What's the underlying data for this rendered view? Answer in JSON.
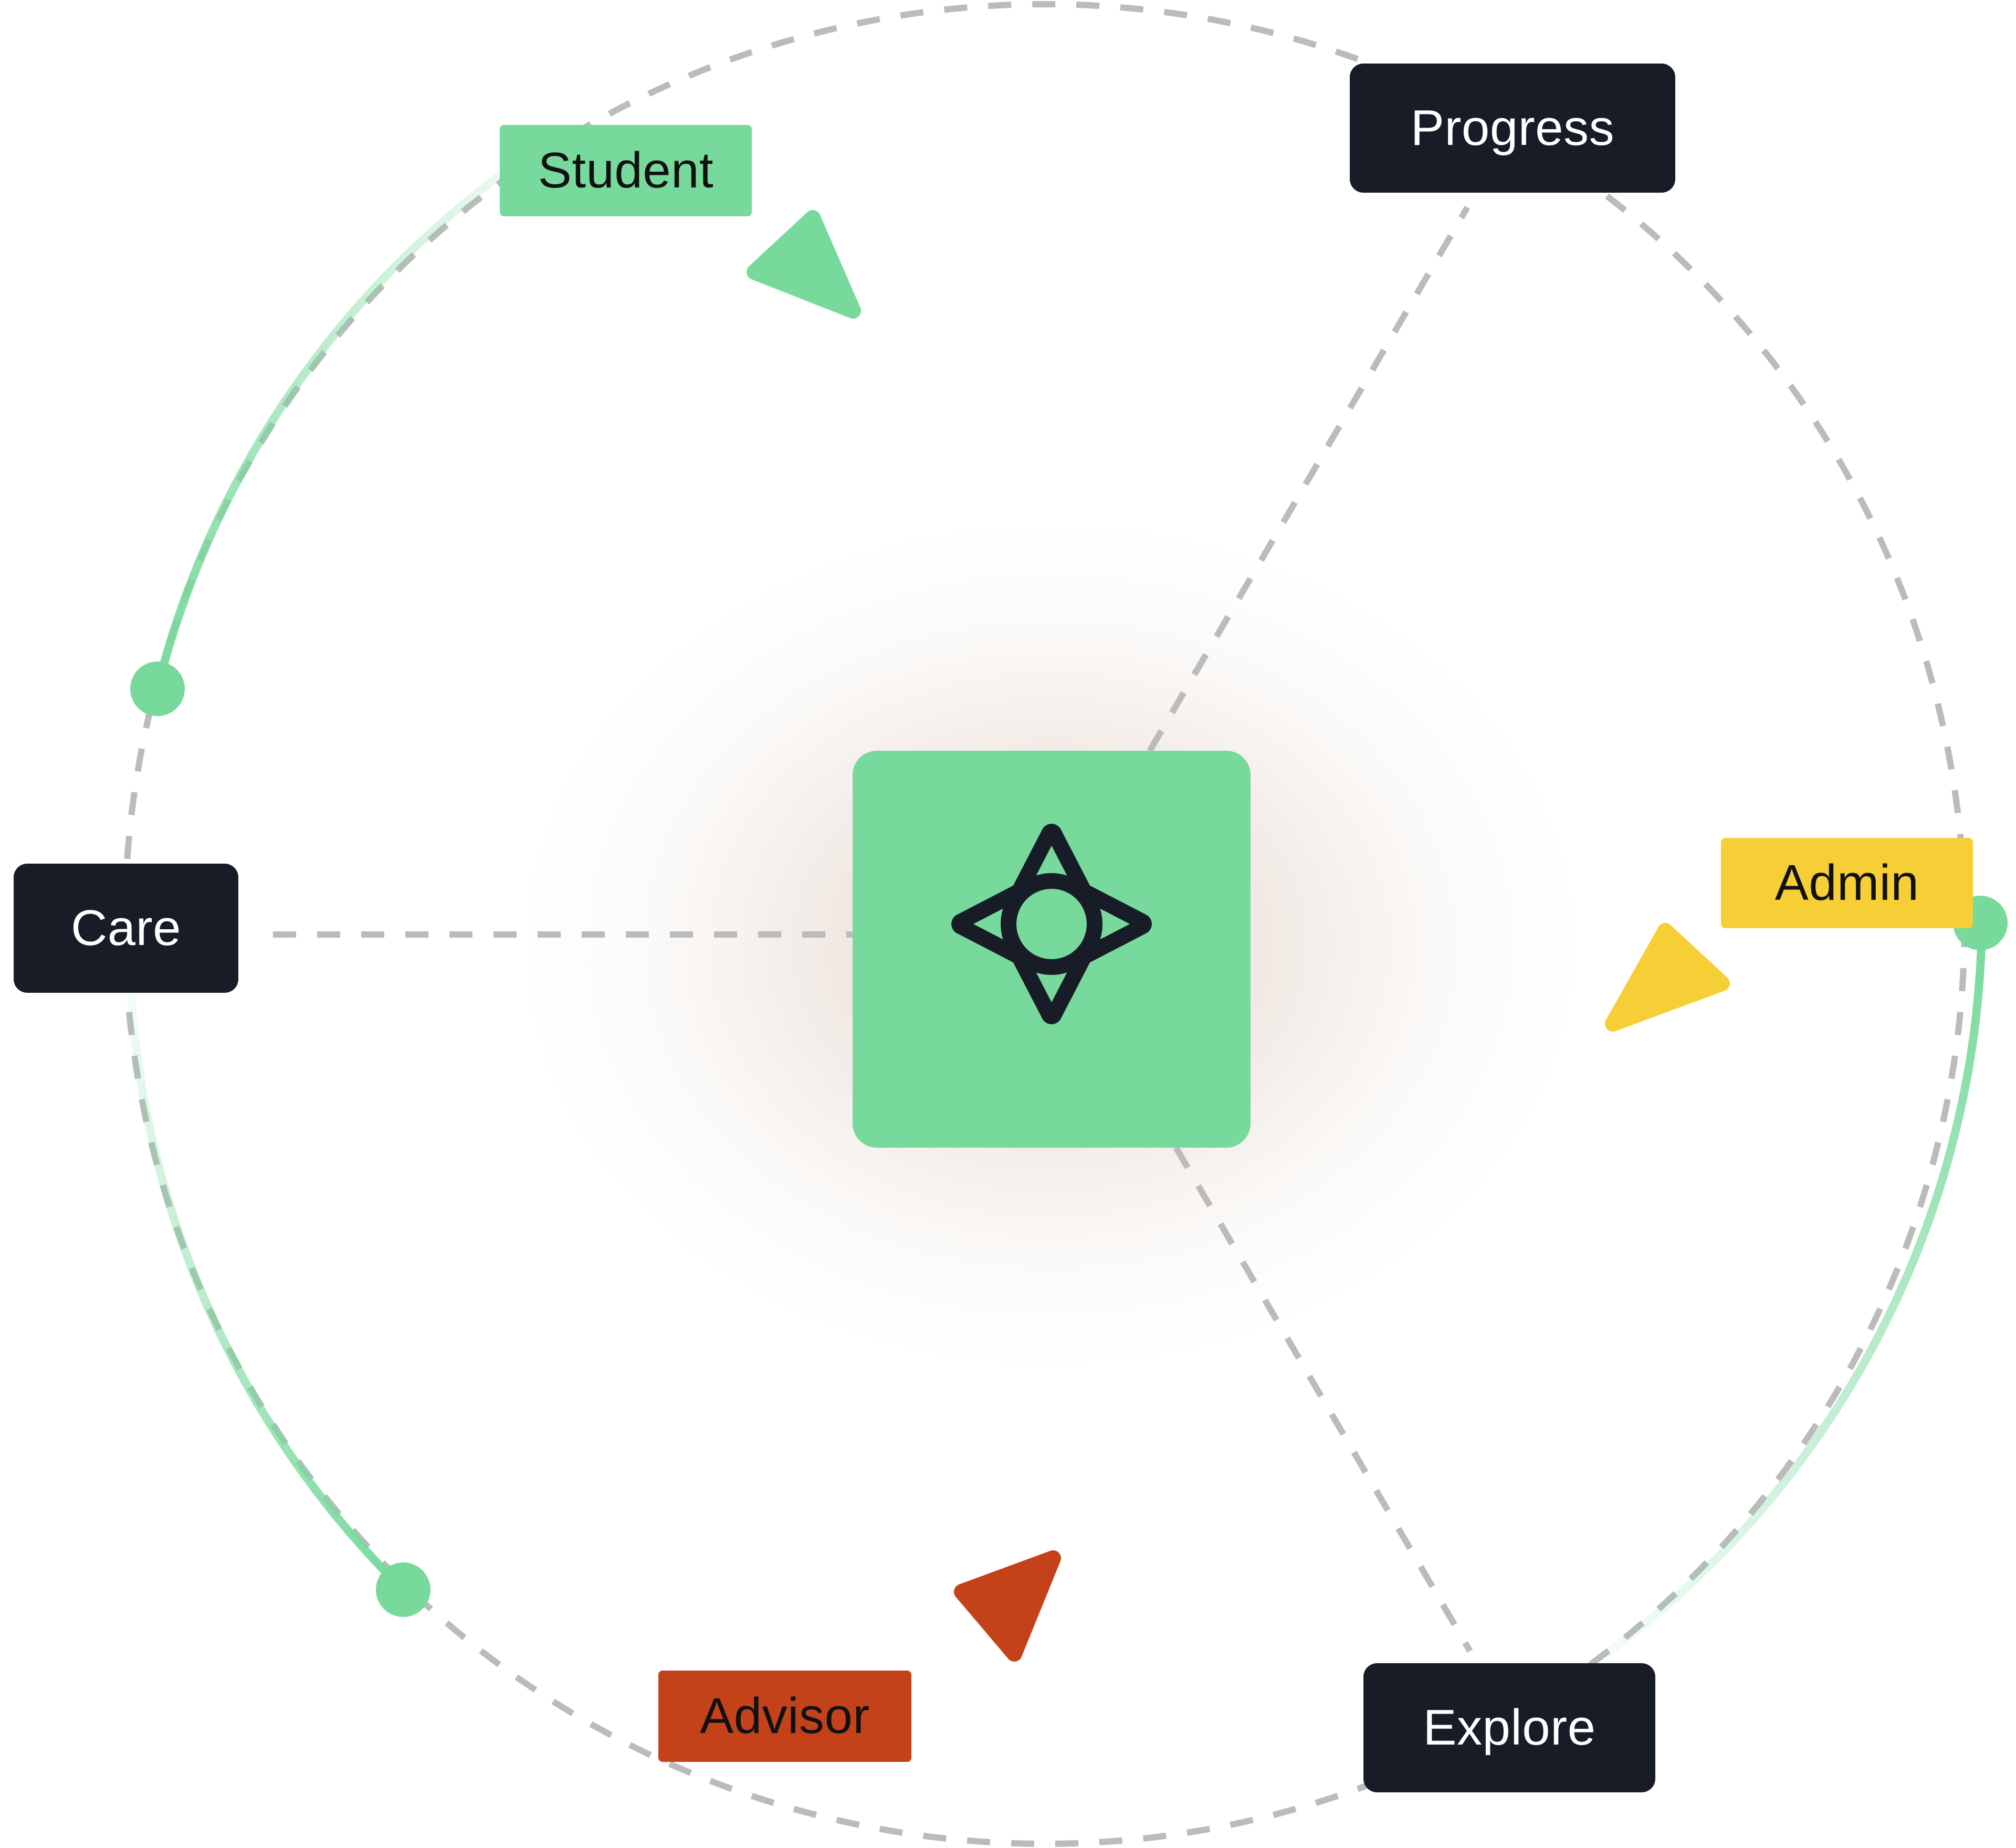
{
  "hub": {
    "icon": "four-point-star-with-circle-icon",
    "fill": "#77d99b"
  },
  "nodes": {
    "progress": "Progress",
    "care": "Care",
    "explore": "Explore"
  },
  "flags": {
    "student": "Student",
    "admin": "Admin",
    "advisor": "Advisor"
  },
  "colors": {
    "green": "#77d99b",
    "dark": "#181c27",
    "yellow": "#f5cf35",
    "orange": "#c4421a",
    "dash": "#bbbbbb"
  },
  "cursors": {
    "green": "pointer-arrow-icon",
    "yellow": "pointer-arrow-icon",
    "orange": "pointer-arrow-icon"
  }
}
